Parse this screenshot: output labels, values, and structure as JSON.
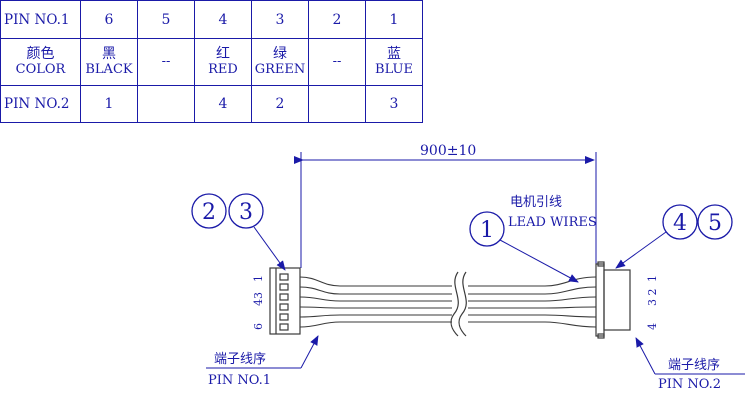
{
  "table": {
    "rows": [
      {
        "label": "PIN NO.1",
        "cells": [
          {
            "cn": "6",
            "en": ""
          },
          {
            "cn": "5",
            "en": ""
          },
          {
            "cn": "4",
            "en": ""
          },
          {
            "cn": "3",
            "en": ""
          },
          {
            "cn": "2",
            "en": ""
          },
          {
            "cn": "1",
            "en": ""
          }
        ]
      },
      {
        "label_cn": "颜色",
        "label": "COLOR",
        "cells": [
          {
            "cn": "黑",
            "en": "BLACK"
          },
          {
            "cn": "",
            "en": "--"
          },
          {
            "cn": "红",
            "en": "RED"
          },
          {
            "cn": "绿",
            "en": "GREEN"
          },
          {
            "cn": "",
            "en": "--"
          },
          {
            "cn": "蓝",
            "en": "BLUE"
          }
        ]
      },
      {
        "label": "PIN NO.2",
        "cells": [
          {
            "cn": "1",
            "en": ""
          },
          {
            "cn": "",
            "en": ""
          },
          {
            "cn": "4",
            "en": ""
          },
          {
            "cn": "2",
            "en": ""
          },
          {
            "cn": "",
            "en": ""
          },
          {
            "cn": "3",
            "en": ""
          }
        ]
      }
    ]
  },
  "drawing": {
    "dimension": "900±10",
    "lead_wires_cn": "电机引线",
    "lead_wires_en": "LEAD WIRES",
    "balloons": [
      "2",
      "3",
      "1",
      "4",
      "5"
    ],
    "left_pin_label_cn": "端子线序",
    "left_pin_label_en": "PIN NO.1",
    "right_pin_label_cn": "端子线序",
    "right_pin_label_en": "PIN NO.2",
    "left_pin_numbers_top": "1",
    "left_pin_numbers_mid": "43",
    "left_pin_numbers_bottom": "6",
    "right_pin_numbers_top": "1",
    "right_pin_numbers_mid": "3 2",
    "right_pin_numbers_bottom": "4"
  },
  "colors": {
    "ink": "#1a1aa8",
    "drawing": "#3a3a3a"
  }
}
